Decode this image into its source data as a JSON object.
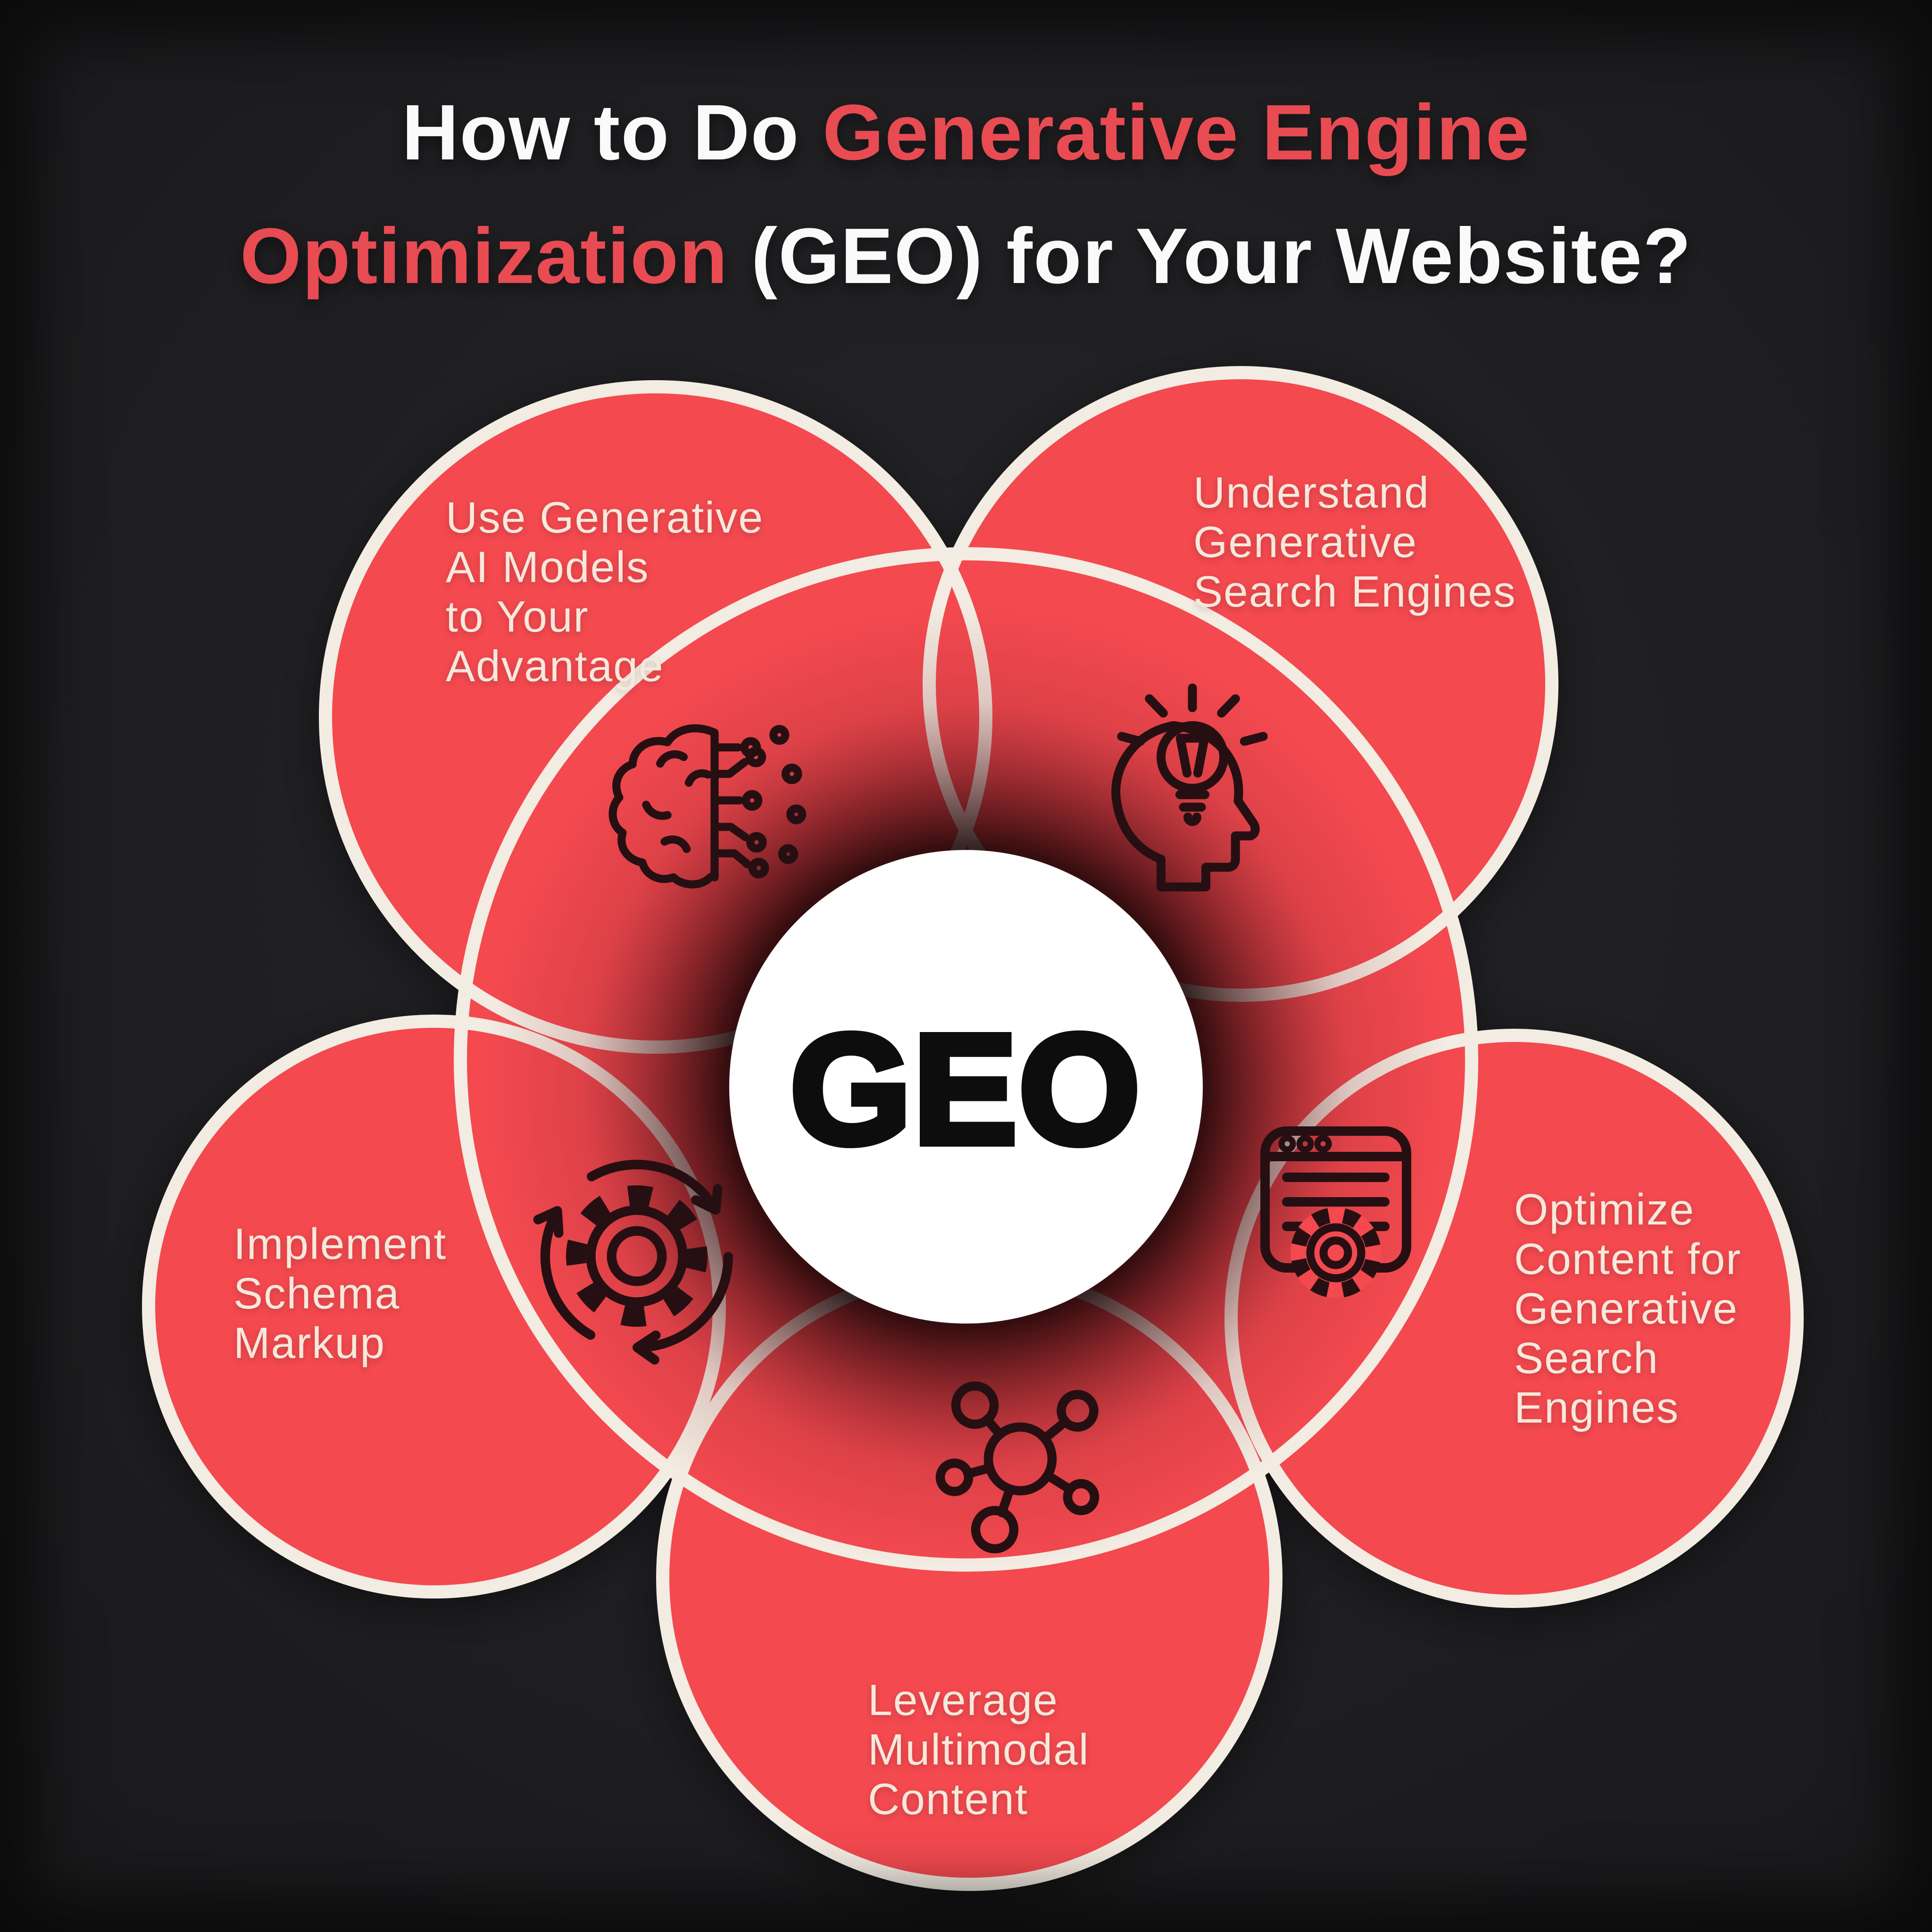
{
  "title": {
    "line1_white": "How to Do ",
    "line1_red": "Generative Engine",
    "line2_red": "Optimization",
    "line2_white": " (GEO) for Your Website?"
  },
  "center": {
    "label": "GEO"
  },
  "circles": [
    {
      "id": "use-generative-ai-models",
      "label": "Use Generative\nAI Models\nto Your\nAdvantage",
      "icon": "ai-brain-circuit-icon",
      "position": "top-left"
    },
    {
      "id": "understand-generative-search-engines",
      "label": "Understand\nGenerative\nSearch Engines",
      "icon": "head-lightbulb-icon",
      "position": "top-right"
    },
    {
      "id": "implement-schema-markup",
      "label": "Implement\nSchema\nMarkup",
      "icon": "gear-refresh-icon",
      "position": "left"
    },
    {
      "id": "optimize-content-for-generative-search",
      "label": "Optimize\nContent for\nGenerative\nSearch\nEngines",
      "icon": "browser-gear-icon",
      "position": "right"
    },
    {
      "id": "leverage-multimodal-content",
      "label": "Leverage\nMultimodal\nContent",
      "icon": "network-nodes-icon",
      "position": "bottom"
    }
  ],
  "colors": {
    "background": "#1f1f22",
    "circle_red": "#f3494f",
    "circle_outline": "#f3ece2",
    "label_text": "#f6e9dc",
    "title_white": "#fafafa",
    "title_red": "#e94b52",
    "icon_stroke": "#260f12",
    "geo_circle": "#ffffff",
    "geo_text": "#0d0d0d"
  }
}
